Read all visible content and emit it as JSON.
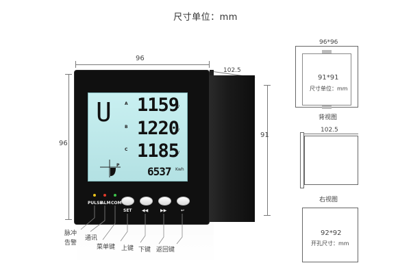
{
  "title": "尺寸单位：mm",
  "dims": {
    "front_width": "96",
    "front_height": "96",
    "side_depth": "102.5",
    "side_height": "91"
  },
  "lcd": {
    "big_letter": "U",
    "rows": [
      {
        "phase": "A",
        "value": "1159",
        "unit": "V"
      },
      {
        "phase": "B",
        "value": "1220",
        "unit": "V"
      },
      {
        "phase": "C",
        "value": "1185",
        "unit": "V"
      }
    ],
    "bottom_value": "6537",
    "bottom_unit": "Kwh",
    "p_label": "P"
  },
  "indicators": [
    "PULSE",
    "ALM",
    "COM"
  ],
  "led_colors": [
    "#e8c21a",
    "#e23a2a",
    "#3cc24a"
  ],
  "buttons": [
    {
      "label": "SET"
    },
    {
      "label": "◀◀"
    },
    {
      "label": "▶▶"
    },
    {
      "label": "↩"
    }
  ],
  "callouts": {
    "pulse": "脉冲",
    "alarm": "告警",
    "comm": "通讯",
    "menu": "菜单键",
    "up": "上键",
    "down": "下键",
    "back": "返回键"
  },
  "views": {
    "back": {
      "top_dim": "96*96",
      "inner": "91*91",
      "unit_text": "尺寸单位：mm",
      "caption": "背视图"
    },
    "right": {
      "top_dim": "102.5",
      "caption": "右视图"
    },
    "cutout": {
      "inner": "92*92",
      "unit_text": "开孔尺寸：mm"
    }
  }
}
